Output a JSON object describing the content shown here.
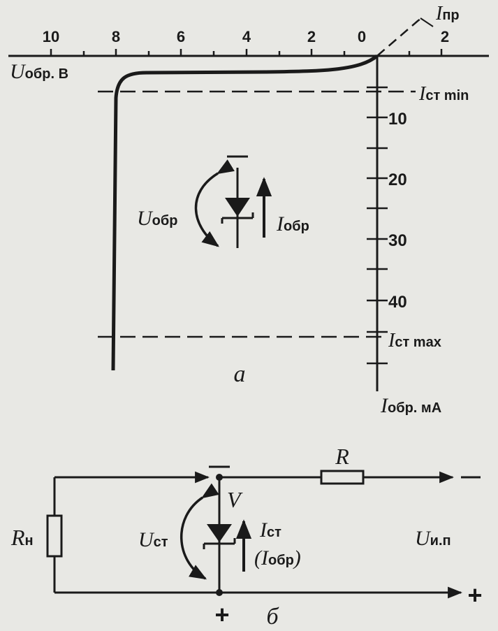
{
  "colors": {
    "ink": "#1a1a1a",
    "paper": "#e8e8e4"
  },
  "graph": {
    "x_ticks": [
      "10",
      "8",
      "6",
      "4",
      "2",
      "0",
      "2"
    ],
    "y_ticks": [
      "10",
      "20",
      "30",
      "40"
    ],
    "x_axis_label": {
      "sym": "U",
      "sub": "обр. В"
    },
    "y_axis_label": {
      "sym": "I",
      "sub": "обр. мА"
    },
    "i_forward": {
      "sym": "I",
      "sub": "пр"
    },
    "i_st_min": {
      "sym": "I",
      "sub": "ст min"
    },
    "i_st_max": {
      "sym": "I",
      "sub": "ст max"
    },
    "inset_minus": "—",
    "inset_u": {
      "sym": "U",
      "sub": "обр"
    },
    "inset_i": {
      "sym": "I",
      "sub": "обр"
    },
    "caption": "а"
  },
  "circuit": {
    "minus": "—",
    "plus_bottom": "+",
    "plus_right": "+",
    "R": "R",
    "Rn": {
      "sym": "R",
      "sub": "н"
    },
    "V": "V",
    "Ust": {
      "sym": "U",
      "sub": "ст"
    },
    "Ist": {
      "sym": "I",
      "sub": "ст"
    },
    "Iobr": {
      "open": "(",
      "sym": "I",
      "sub": "обр",
      "close": ")"
    },
    "Uip": {
      "sym": "U",
      "sub": "и.п"
    },
    "caption": "б"
  }
}
